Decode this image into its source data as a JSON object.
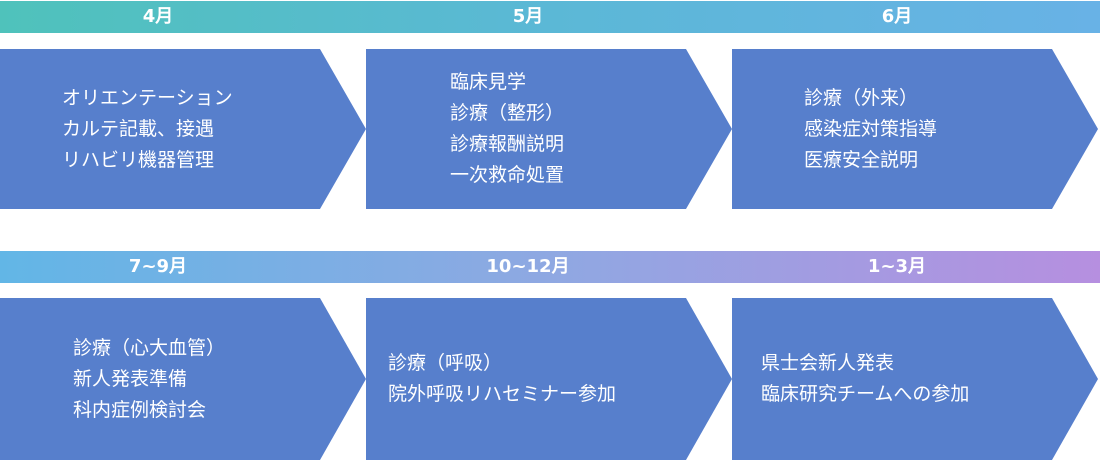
{
  "rows": [
    {
      "months": [
        "4月",
        "5月",
        "6月"
      ],
      "steps": [
        [
          "オリエンテーション",
          "カルテ記載、接遇",
          "リハビリ機器管理"
        ],
        [
          "臨床見学",
          "診療（整形）",
          "診療報酬説明",
          "一次救命処置"
        ],
        [
          "診療（外来）",
          "感染症対策指導",
          "医療安全説明"
        ]
      ]
    },
    {
      "months": [
        "7~9月",
        "10~12月",
        "1~3月"
      ],
      "steps": [
        [
          "診療（心大血管）",
          "新人発表準備",
          "科内症例検討会"
        ],
        [
          "診療（呼吸）",
          "院外呼吸リハセミナー参加"
        ],
        [
          "県士会新人発表",
          "臨床研究チームへの参加"
        ]
      ]
    }
  ]
}
